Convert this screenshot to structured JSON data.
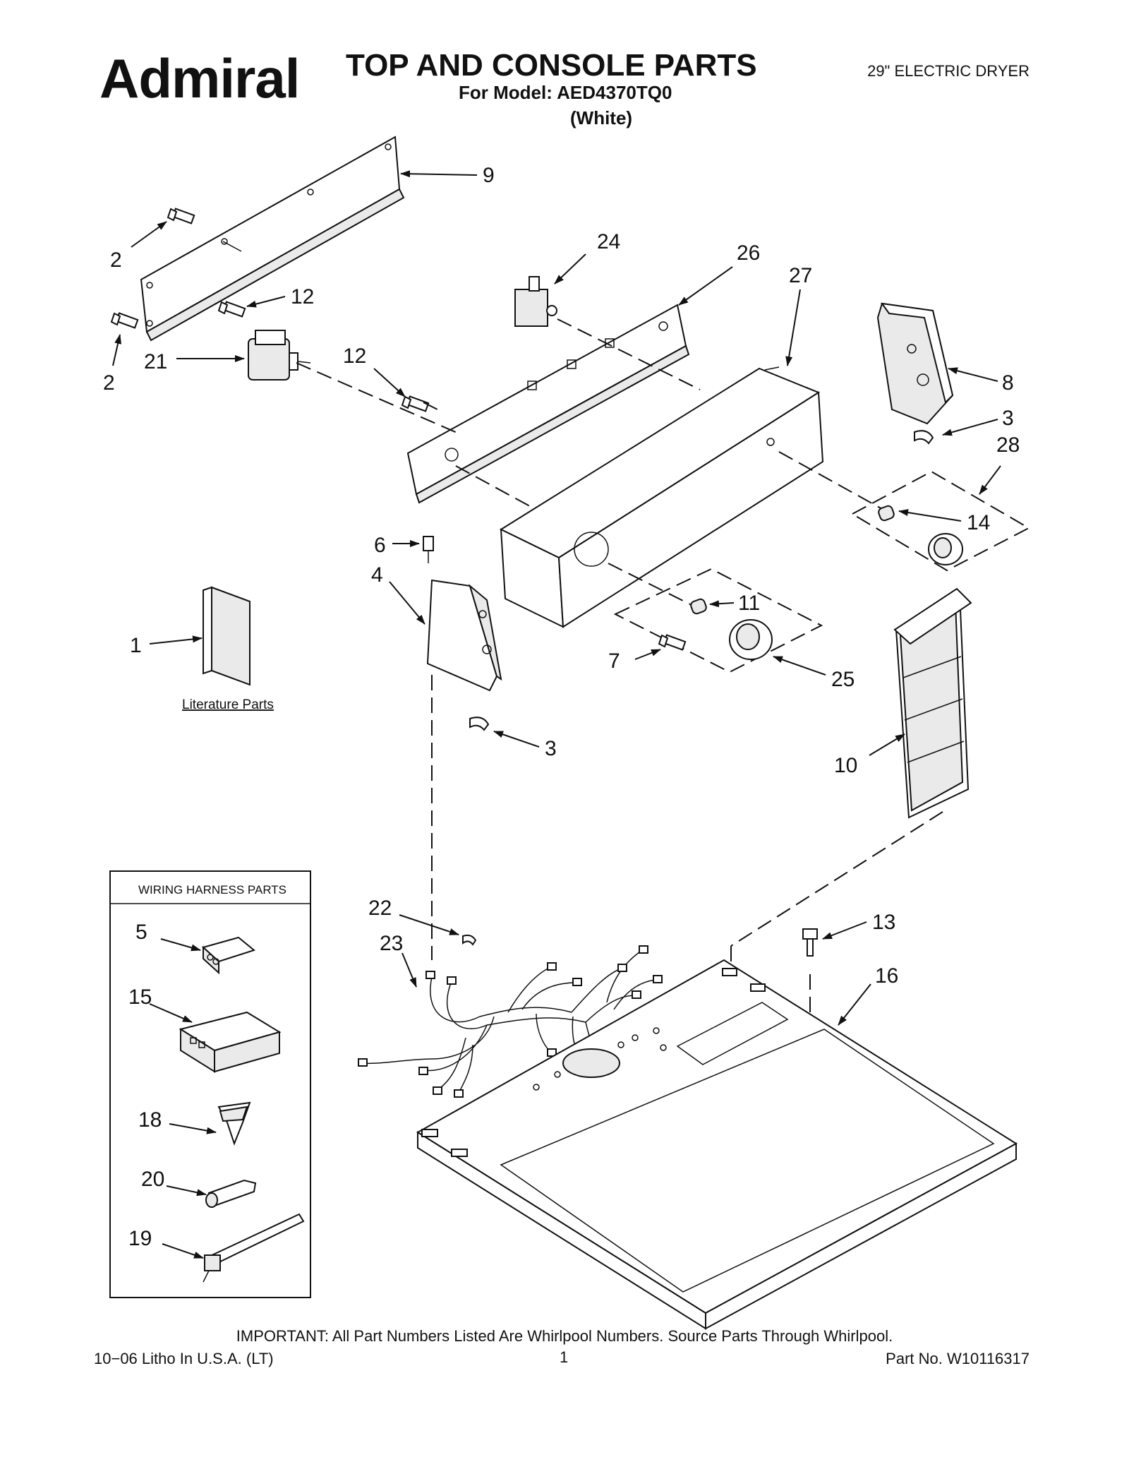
{
  "header": {
    "brand": "Admiral",
    "title": "TOP AND CONSOLE PARTS",
    "model_line": "For Model: AED4370TQ0",
    "color_line": "(White)",
    "product": "29\" ELECTRIC DRYER"
  },
  "footer": {
    "important": "IMPORTANT: All Part Numbers Listed Are Whirlpool Numbers. Source Parts Through Whirlpool.",
    "litho": "10−06 Litho In U.S.A. (LT)",
    "page_number": "1",
    "part_number": "Part No. W10116317"
  },
  "labels": {
    "literature": "Literature Parts",
    "wiring_box_title": "WIRING HARNESS PARTS"
  },
  "callouts": {
    "c1": "1",
    "c2a": "2",
    "c2b": "2",
    "c3a": "3",
    "c3b": "3",
    "c4": "4",
    "c5": "5",
    "c6": "6",
    "c7": "7",
    "c8": "8",
    "c9": "9",
    "c10": "10",
    "c11": "11",
    "c12a": "12",
    "c12b": "12",
    "c13": "13",
    "c14": "14",
    "c15": "15",
    "c16": "16",
    "c18": "18",
    "c19": "19",
    "c20": "20",
    "c21": "21",
    "c22": "22",
    "c23": "23",
    "c24": "24",
    "c25": "25",
    "c26": "26",
    "c27": "27",
    "c28": "28"
  }
}
